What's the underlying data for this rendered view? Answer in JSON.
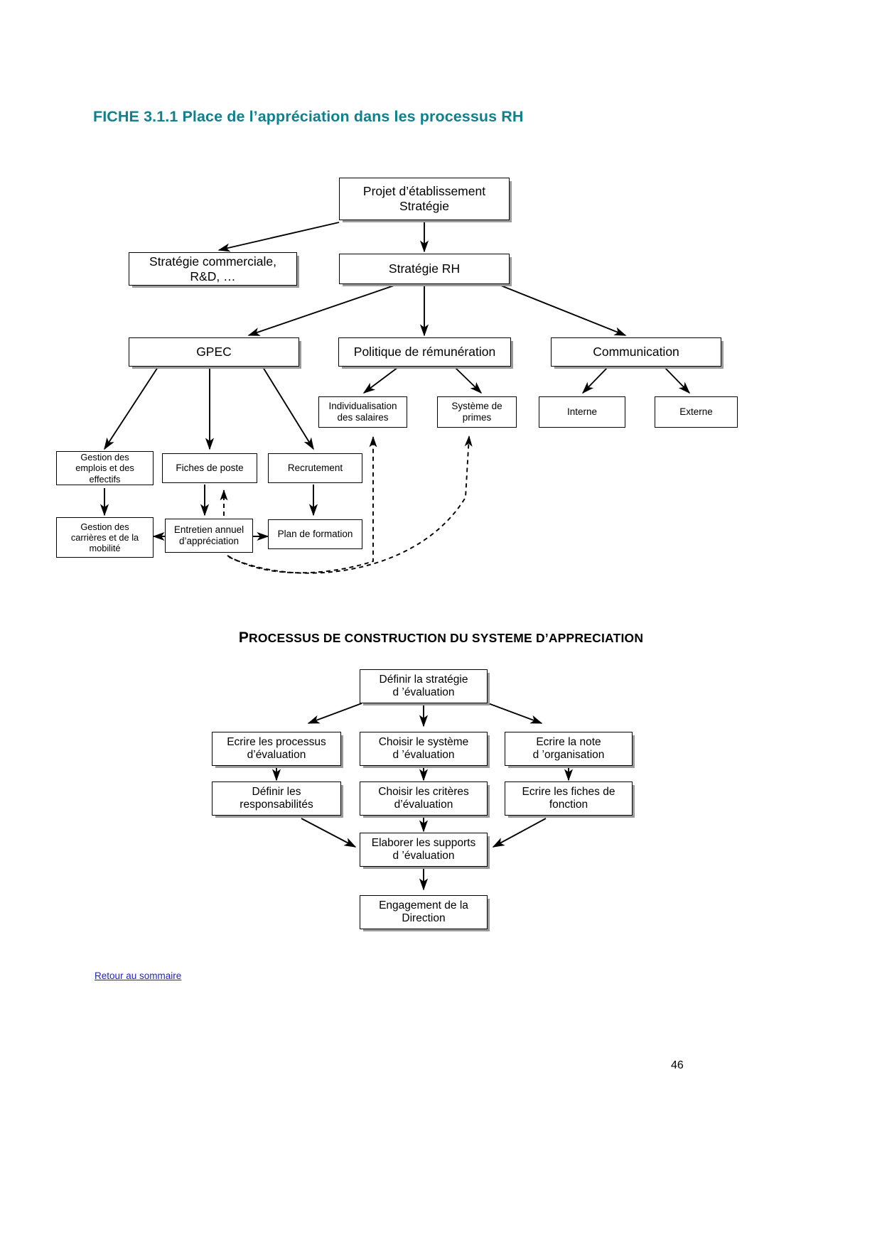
{
  "document": {
    "title": "FICHE 3.1.1 Place de l’appréciation dans les processus RH",
    "title_color": "#10818c",
    "section_heading_small": "ROCESSUS DE CONSTRUCTION DU SYSTEME D",
    "section_heading_first": "P",
    "section_heading_mid": "’",
    "section_heading_last": "APPRECIATION",
    "section_heading_full": "PROCESSUS DE CONSTRUCTION DU SYSTEME D’APPRECIATION",
    "return_link": "Retour au sommaire",
    "page_number": "46"
  },
  "diagram_rh": {
    "name": "Place de l’appréciation dans les processus RH",
    "nodes": {
      "projet": "Projet d’établissement\nStratégie",
      "projet_l1": "Projet d’établissement",
      "projet_l2": "Stratégie",
      "strategie_commerciale_l1": "Stratégie commerciale,",
      "strategie_commerciale_l2": "R&D, …",
      "strategie_rh": "Stratégie RH",
      "gpec": "GPEC",
      "politique_remuneration": "Politique de rémunération",
      "communication": "Communication",
      "individualisation_l1": "Individualisation",
      "individualisation_l2": "des salaires",
      "systeme_primes_l1": "Système de",
      "systeme_primes_l2": "primes",
      "interne": "Interne",
      "externe": "Externe",
      "gestion_emplois_l1": "Gestion des",
      "gestion_emplois_l2": "emplois et des",
      "gestion_emplois_l3": "effectifs",
      "fiches_poste": "Fiches de poste",
      "recrutement": "Recrutement",
      "gestion_carrieres_l1": "Gestion des",
      "gestion_carrieres_l2": "carrières et de la",
      "gestion_carrieres_l3": "mobilité",
      "entretien_l1": "Entretien annuel",
      "entretien_l2": "d’appréciation",
      "plan_formation": "Plan de formation"
    }
  },
  "diagram_processus": {
    "name": "Processus de construction du système d’appréciation",
    "nodes": {
      "definir_strategie_l1": "Définir la stratégie",
      "definir_strategie_l2": "d ’évaluation",
      "ecrire_processus_l1": "Ecrire les processus",
      "ecrire_processus_l2": "d’évaluation",
      "choisir_systeme_l1": "Choisir le système",
      "choisir_systeme_l2": "d ’évaluation",
      "ecrire_note_l1": "Ecrire la note",
      "ecrire_note_l2": "d ’organisation",
      "definir_responsabilites_l1": "Définir les",
      "definir_responsabilites_l2": "responsabilités",
      "choisir_criteres_l1": "Choisir les critères",
      "choisir_criteres_l2": "d’évaluation",
      "ecrire_fiches_l1": "Ecrire les fiches de",
      "ecrire_fiches_l2": "fonction",
      "elaborer_supports_l1": "Elaborer les supports",
      "elaborer_supports_l2": "d ’évaluation",
      "engagement_l1": "Engagement de la",
      "engagement_l2": "Direction"
    }
  }
}
